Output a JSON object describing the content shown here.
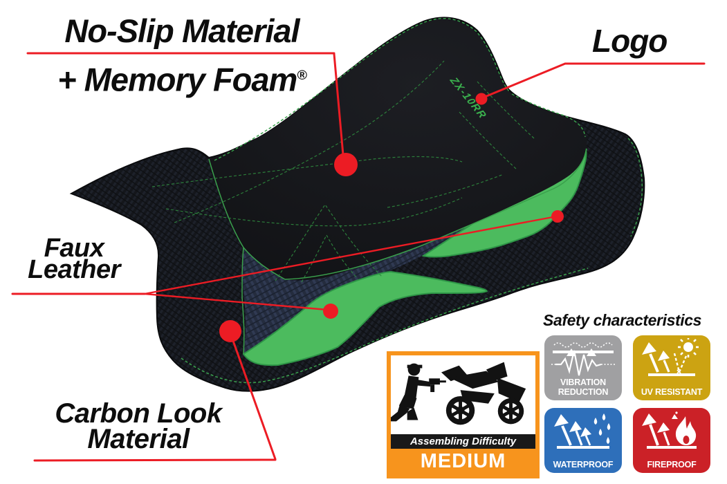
{
  "colors": {
    "accent_red": "#EC1C24",
    "green": "#4CBB5E",
    "green_dark": "#2E9647",
    "stitch_green": "#3AA04C",
    "logo_green": "#3BB14E",
    "orange": "#F7941D",
    "gray_badge": "#A0A0A2",
    "gold_badge": "#CCA312",
    "blue_badge": "#2E6FBA",
    "red_badge": "#CB2127"
  },
  "callouts": {
    "no_slip": {
      "line1": "No-Slip Material",
      "line2": "+ Memory Foam",
      "registered_mark": "®"
    },
    "logo": {
      "label": "Logo"
    },
    "faux": {
      "line1": "Faux",
      "line2": "Leather"
    },
    "carbon": {
      "line1": "Carbon Look",
      "line2": "Material"
    }
  },
  "seat": {
    "logo_text": "ZX-10RR"
  },
  "safety": {
    "title": "Safety characteristics",
    "badges": [
      {
        "id": "vibration",
        "label_line1": "VIBRATION",
        "label_line2": "REDUCTION",
        "color": "#A0A0A2",
        "icon": "vibration-waveform-icon"
      },
      {
        "id": "uv",
        "label_line1": "UV RESISTANT",
        "label_line2": "",
        "color": "#CCA312",
        "icon": "uv-sun-icon"
      },
      {
        "id": "waterproof",
        "label_line1": "WATERPROOF",
        "label_line2": "",
        "color": "#2E6FBA",
        "icon": "waterproof-drops-icon"
      },
      {
        "id": "fireproof",
        "label_line1": "FIREPROOF",
        "label_line2": "",
        "color": "#CB2127",
        "icon": "fireproof-flame-icon"
      }
    ]
  },
  "assembly": {
    "title": "Assembling Difficulty",
    "level": "MEDIUM",
    "icon": "mechanic-motorcycle-icon"
  }
}
